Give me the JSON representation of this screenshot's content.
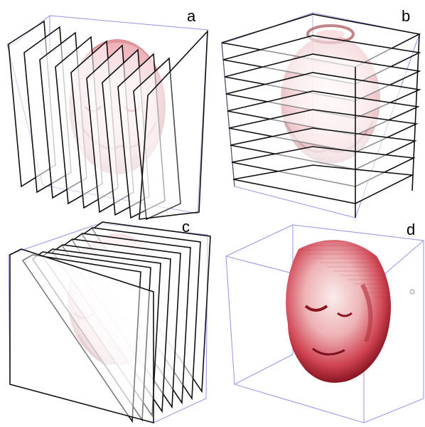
{
  "figure": {
    "panels": [
      {
        "id": "a",
        "label": "a"
      },
      {
        "id": "b",
        "label": "b"
      },
      {
        "id": "c",
        "label": "c"
      },
      {
        "id": "d",
        "label": "d"
      }
    ]
  }
}
